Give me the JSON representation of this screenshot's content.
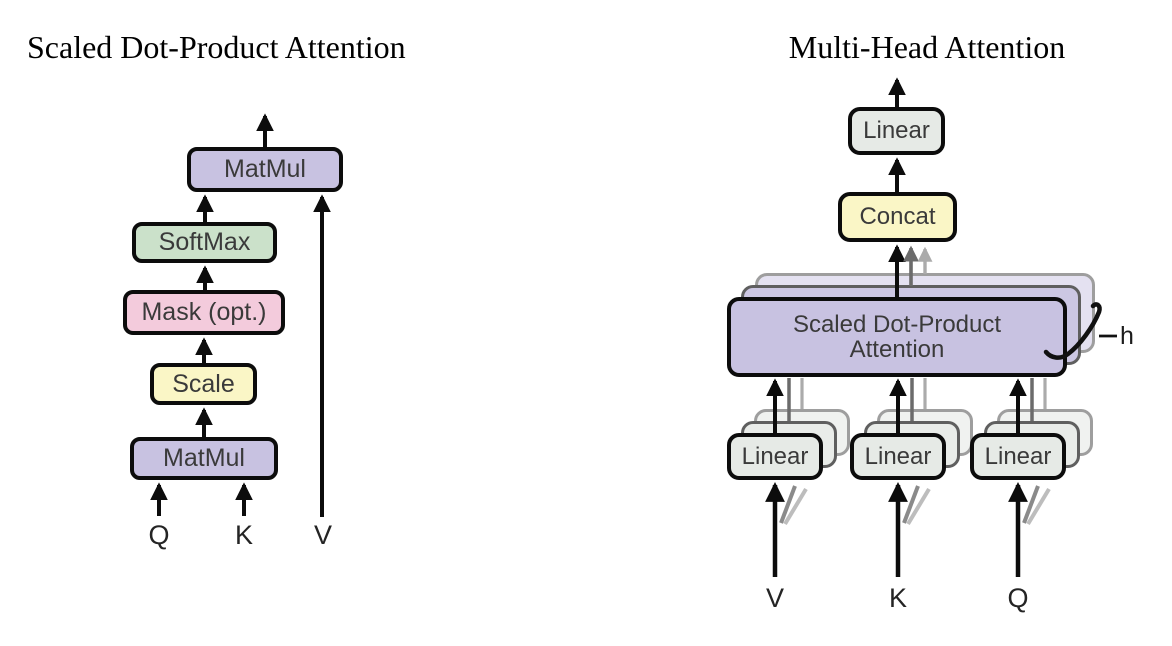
{
  "left_diagram": {
    "title": "Scaled Dot-Product Attention",
    "boxes": {
      "matmul_top": "MatMul",
      "softmax": "SoftMax",
      "mask": "Mask (opt.)",
      "scale": "Scale",
      "matmul_bottom": "MatMul"
    },
    "inputs": {
      "q": "Q",
      "k": "K",
      "v": "V"
    }
  },
  "right_diagram": {
    "title": "Multi-Head Attention",
    "boxes": {
      "linear_out": "Linear",
      "concat": "Concat",
      "sdpa_line1": "Scaled Dot-Product",
      "sdpa_line2": "Attention",
      "linear_v": "Linear",
      "linear_k": "Linear",
      "linear_q": "Linear"
    },
    "head_count": "h",
    "inputs": {
      "v": "V",
      "k": "K",
      "q": "Q"
    }
  },
  "palette": {
    "matmul_purple": "#c8c2e1",
    "softmax_green": "#cbe1ca",
    "mask_pink": "#f3cbdc",
    "scale_yellow": "#faf6c6",
    "linear_gray": "#e6eae6",
    "border_ink": "#0c0c0c",
    "box_text": "#3a3a3a",
    "ghost_border_dark": "#5f5f5f",
    "ghost_border_light": "#9e9e9e",
    "arrow_black": "#0c0c0c",
    "arrow_dark_gray": "#6b6b6b",
    "arrow_light_gray": "#ababab",
    "background": "#ffffff"
  }
}
